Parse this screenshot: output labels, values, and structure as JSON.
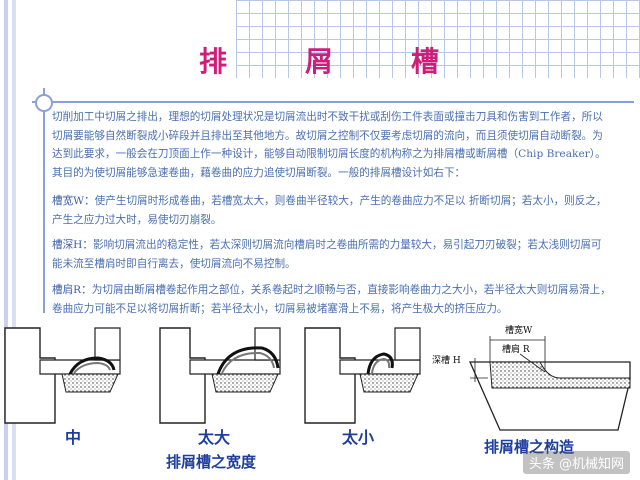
{
  "slide": {
    "title_chars": [
      "排",
      "屑",
      "槽"
    ],
    "intro": "切削加工中切屑之排出，理想的切屑处理状况是切屑流出时不致干扰或刮伤工件表面或撞击刀具和伤害到工作者，所以切屑要能够自然断裂成小碎段并且排出至其他地方。故切屑之控制不仅要考虑切屑的流向，而且须使切屑自动断裂。为达到此要求，一般会在刀顶面上作一种设计，能够自动限制切屑长度的机构称之为排屑槽或断屑槽（Chip Breaker）。其目的为使切屑能够急速卷曲，藉卷曲的应力追使切屑断裂。一般的排屑槽设计如右下：",
    "items": [
      {
        "term": "槽宽W：",
        "text": "使产生切屑时形成卷曲，若槽宽太大，则卷曲半径较大，产生的卷曲应力不足以 折断切屑；若太小，则反之，产生之应力过大时，易使切刃崩裂。"
      },
      {
        "term": "槽深H：",
        "text": "影响切屑流出的稳定性，若太深则切屑流向槽肩时之卷曲所需的力量较大，易引起刀刃破裂；若太浅则切屑可能未流至槽肩时即自行离去，使切屑流向不易控制。"
      },
      {
        "term": "槽肩R：",
        "text": "为切屑由断屑槽卷起作用之部位，关系卷起时之顺畅与否，直接影响卷曲力之大小，若半径太大则切屑易滑上，卷曲应力可能不足以将切屑折断；若半径太小，切屑易被堵塞滑上不易，将产生极大的挤压应力。"
      }
    ]
  },
  "figure": {
    "captions": {
      "medium": "中",
      "too_large": "太大",
      "too_small": "太小"
    },
    "group_caption": "排屑槽之宽度",
    "structure_caption": "排屑槽之构造",
    "labels": {
      "width": "槽宽W",
      "shoulder": "槽肩 R",
      "depth": "深槽 H"
    }
  },
  "watermark": "头条 @机械知网",
  "colors": {
    "title": "#cc1f7a",
    "body_text": "#4a6fb0",
    "caption": "#1f3f9e",
    "rule": "#8aa0dc"
  }
}
